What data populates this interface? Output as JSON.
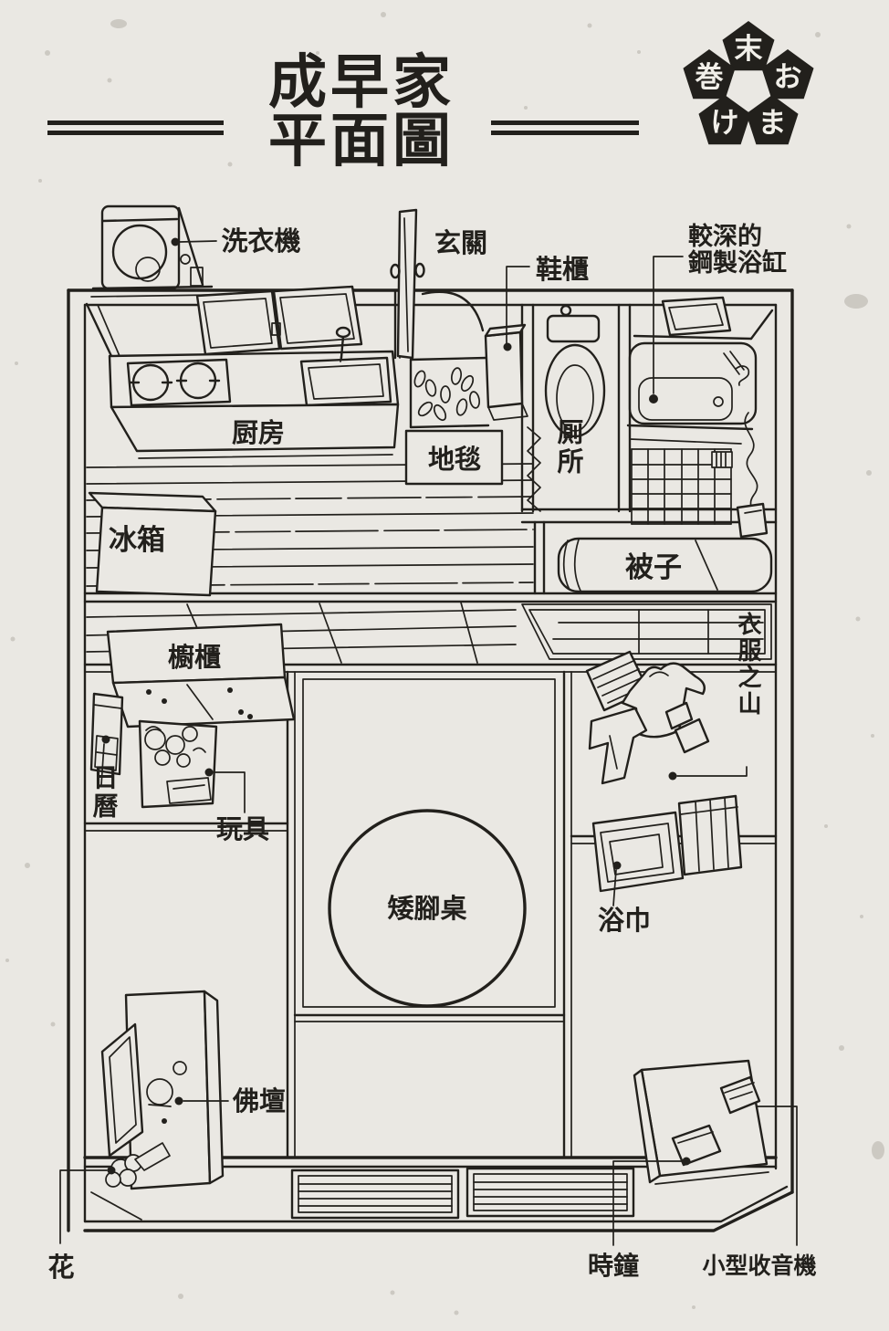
{
  "colors": {
    "paper": "#eae8e3",
    "ink": "#22201c",
    "badge_text": "#f1efe9"
  },
  "header": {
    "title_line1": "成早家",
    "title_line2": "平面圖"
  },
  "badge": {
    "char_top": "末",
    "char_upper_left": "巻",
    "char_upper_right": "お",
    "char_lower_left": "け",
    "char_lower_right": "ま"
  },
  "labels": {
    "washing_machine": "洗衣機",
    "entrance": "玄關",
    "shoe_cabinet": "鞋櫃",
    "bathtub_line1": "較深的",
    "bathtub_line2": "鋼製浴缸",
    "kitchen": "厨房",
    "rug": "地毯",
    "toilet": "厠所",
    "fridge": "冰箱",
    "quilt": "被子",
    "cupboard": "櫥櫃",
    "clothes_mountain": "衣服之山",
    "calendar": "日曆",
    "toys": "玩具",
    "low_table": "矮腳桌",
    "bath_towel": "浴巾",
    "altar": "佛壇",
    "flower": "花",
    "clock": "時鐘",
    "radio": "小型收音機"
  }
}
